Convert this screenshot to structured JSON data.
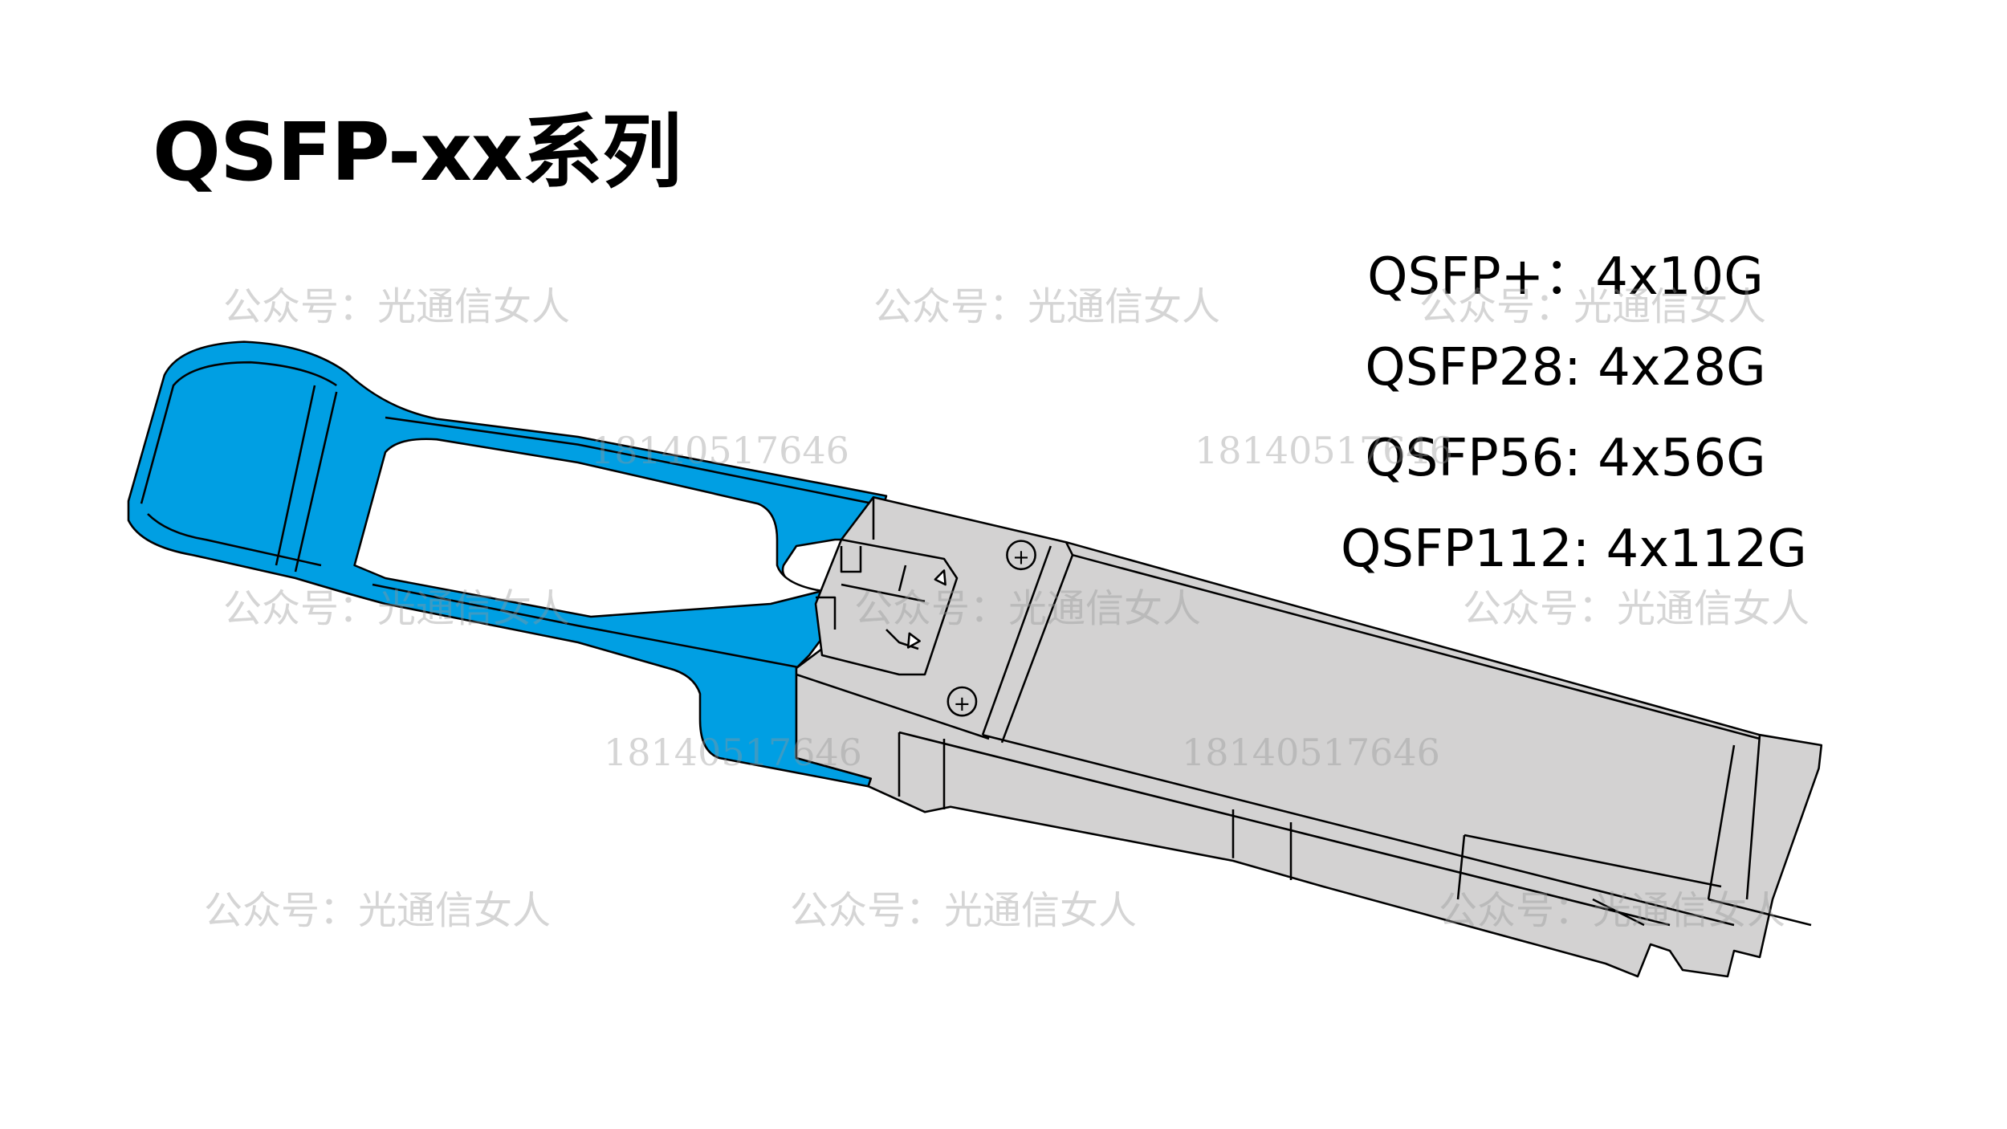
{
  "title": "QSFP-xx系列",
  "specs": [
    "QSFP+：4x10G",
    "QSFP28: 4x28G",
    "QSFP56: 4x56G",
    "QSFP112: 4x112G"
  ],
  "watermarks": {
    "account": "公众号：光通信女人",
    "phone": "18140517646"
  },
  "colors": {
    "handle": "#009FE3",
    "body": "#D3D2D2",
    "outline": "#000000"
  }
}
